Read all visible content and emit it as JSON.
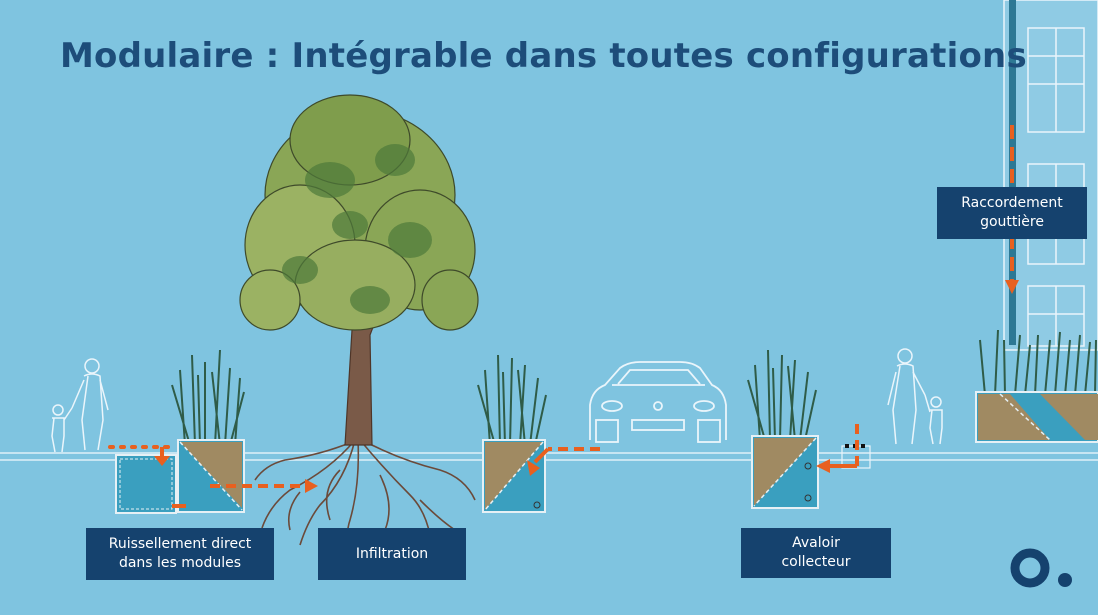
{
  "title": "Modulaire : Intégrable dans toutes configurations",
  "labels": {
    "ruissellement_line1": "Ruissellement direct",
    "ruissellement_line2": "dans les modules",
    "infiltration": "Infiltration",
    "avaloir_line1": "Avaloir",
    "avaloir_line2": "collecteur",
    "raccordement_line1": "Raccordement",
    "raccordement_line2": "gouttière"
  },
  "colors": {
    "background": "#7fc4e0",
    "title": "#1d4d7a",
    "label_bg": "#15426e",
    "flow_arrow": "#e8601f",
    "water": "#3a9fbf",
    "soil": "#a08a62",
    "foliage": "#7a9a4a",
    "grass": "#3d6b55"
  },
  "icons": [
    "tree-icon",
    "car-icon",
    "pedestrian-icon",
    "building-icon",
    "logo-icon"
  ]
}
